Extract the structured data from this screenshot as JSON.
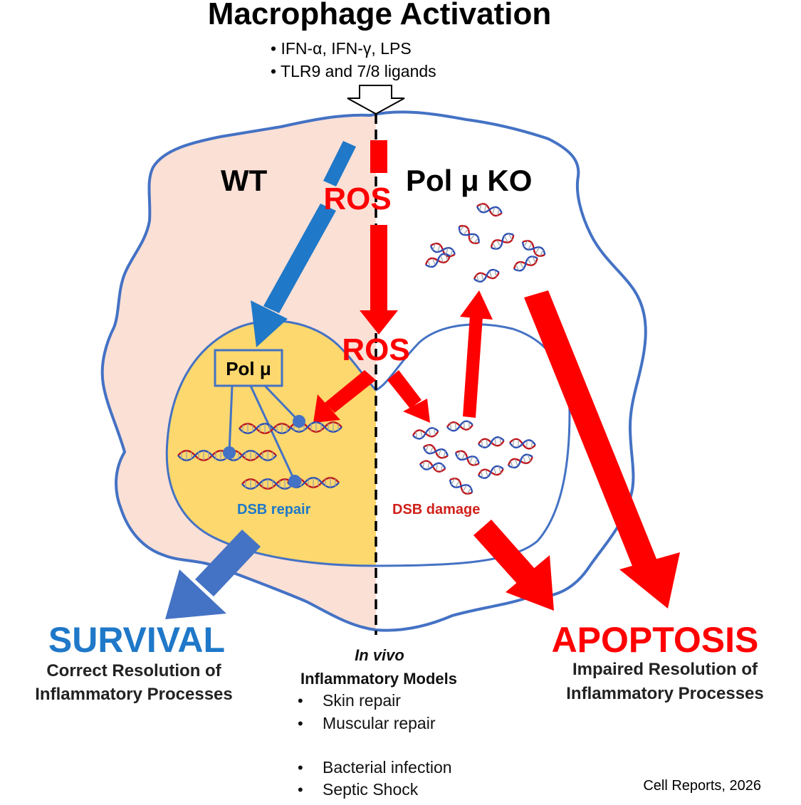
{
  "title": "Macrophage Activation",
  "stimuli": [
    "• IFN-α, IFN-γ, LPS",
    "• TLR9 and 7/8 ligands"
  ],
  "labels": {
    "wt": "WT",
    "ko": "Pol μ KO",
    "ros_top": "ROS",
    "ros_mid": "ROS",
    "pol_mu": "Pol μ",
    "dsb_repair": "DSB repair",
    "dsb_damage": "DSB damage"
  },
  "outcomes": {
    "survival": {
      "title": "SURVIVAL",
      "line1": "Correct Resolution of",
      "line2": "Inflammatory Processes"
    },
    "apoptosis": {
      "title": "APOPTOSIS",
      "line1": "Impaired Resolution of",
      "line2": "Inflammatory Processes"
    }
  },
  "invivo": {
    "line1": "In vivo",
    "line2": "Inflammatory Models",
    "items": [
      "Skin repair",
      "Muscular repair",
      "Bacterial infection",
      "Septic Shock"
    ]
  },
  "citation": "Cell Reports, 2026",
  "colors": {
    "wt_cell": "#fbe0d6",
    "ko_cell": "#eaa398",
    "outline": "#4472c4",
    "nucleus_wt": "#fcd86e",
    "nucleus_ko": "#f0a055",
    "blue": "#4472c4",
    "blue_text": "#1f78c8",
    "red": "#ff0000"
  }
}
